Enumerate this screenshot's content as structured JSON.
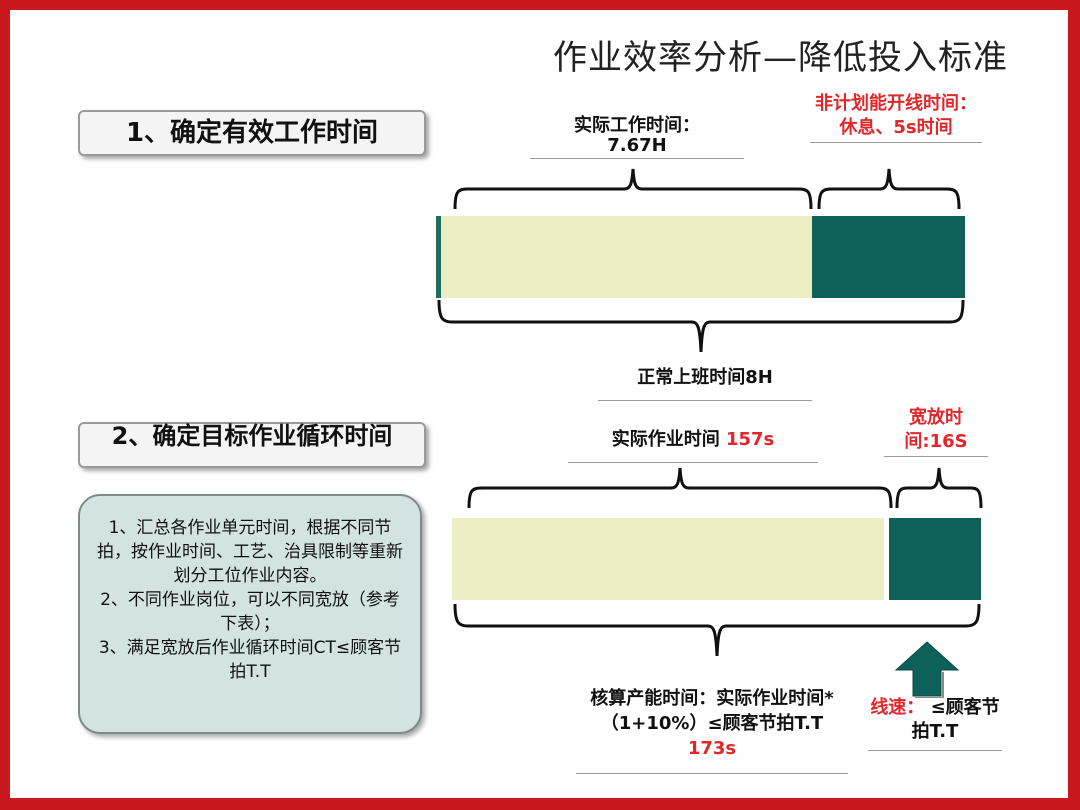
{
  "title": "作业效率分析—降低投入标准",
  "section1": {
    "heading": "1、确定有效工作时间",
    "actual_label": "实际工作时间：",
    "actual_value": "7.67H",
    "unplanned_label": "非计划能开线时间：休息、5s时间",
    "normal_label": "正常上班时间8H"
  },
  "section2": {
    "heading": "2、确定目标作业循环时间",
    "actual_label": "实际作业时间 ",
    "actual_value": "157s",
    "allowance_label": "宽放时间:16S",
    "capacity_label": "核算产能时间：实际作业时间*（1+10%）≤顾客节拍T.T ",
    "capacity_value": "173s",
    "line_speed_label": "线速：",
    "line_speed_text": " ≤顾客节拍T.T"
  },
  "notes": [
    "1、汇总各作业单元时间，根据不同节拍，按作业时间、工艺、治具限制等重新划分工位作业内容。",
    "2、不同作业岗位，可以不同宽放（参考下表）；",
    "3、满足宽放后作业循环时间CT≤顾客节拍T.T"
  ],
  "colors": {
    "border_red": "#c8181d",
    "bar_light": "#ecedc2",
    "bar_dark": "#0e6158",
    "highlight_red": "#e3262a",
    "note_fill": "#d3e3e2",
    "arrow_fill": "#0e6158"
  }
}
